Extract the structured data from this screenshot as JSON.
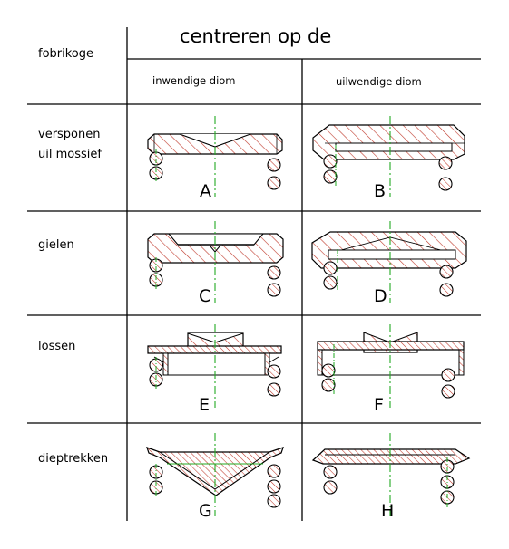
{
  "header": {
    "fabrication_label": "fobrikoge",
    "title": "centreren op de",
    "col_inner": "inwendige diom",
    "col_outer": "uilwendige diom"
  },
  "rows": [
    {
      "label_lines": [
        "versponen",
        "uil mossief"
      ],
      "left_letter": "A",
      "right_letter": "B"
    },
    {
      "label_lines": [
        "gielen"
      ],
      "left_letter": "C",
      "right_letter": "D"
    },
    {
      "label_lines": [
        "lossen"
      ],
      "left_letter": "E",
      "right_letter": "F"
    },
    {
      "label_lines": [
        "dieptrekken"
      ],
      "left_letter": "G",
      "right_letter": "H"
    }
  ],
  "colors": {
    "hatch": "#c0392b",
    "centerline": "#22aa22",
    "line": "#000000"
  }
}
